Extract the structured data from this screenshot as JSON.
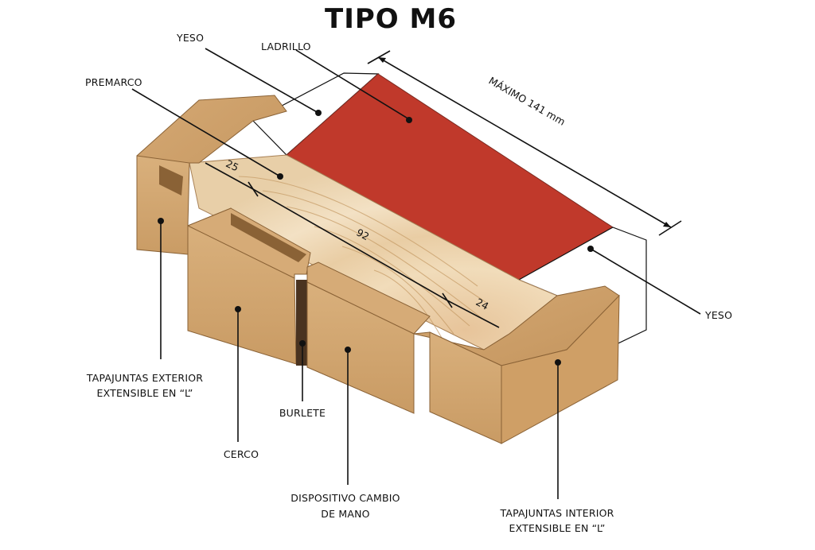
{
  "title": "TIPO M6",
  "labels": {
    "yeso_top": "YESO",
    "ladrillo": "LADRILLO",
    "premarco": "PREMARCO",
    "maximo": "MÁXIMO 141 mm",
    "yeso_right": "YESO",
    "tapajuntas_exterior_1": "TAPAJUNTAS EXTERIOR",
    "tapajuntas_exterior_2": "EXTENSIBLE EN “L”",
    "burlete": "BURLETE",
    "cerco": "CERCO",
    "dispositivo_1": "DISPOSITIVO CAMBIO",
    "dispositivo_2": "DE MANO",
    "tapajuntas_interior_1": "TAPAJUNTAS INTERIOR",
    "tapajuntas_interior_2": "EXTENSIBLE EN “L”"
  },
  "dimensions": {
    "d25": "25",
    "d92": "92",
    "d24": "24"
  },
  "colors": {
    "brick": "#c0392b",
    "wood_light": "#dcb98a",
    "wood_mid": "#cfa874",
    "wood_dark": "#b98a55",
    "pine": "#efd6b0",
    "plaster": "#ffffff",
    "line": "#111111"
  }
}
